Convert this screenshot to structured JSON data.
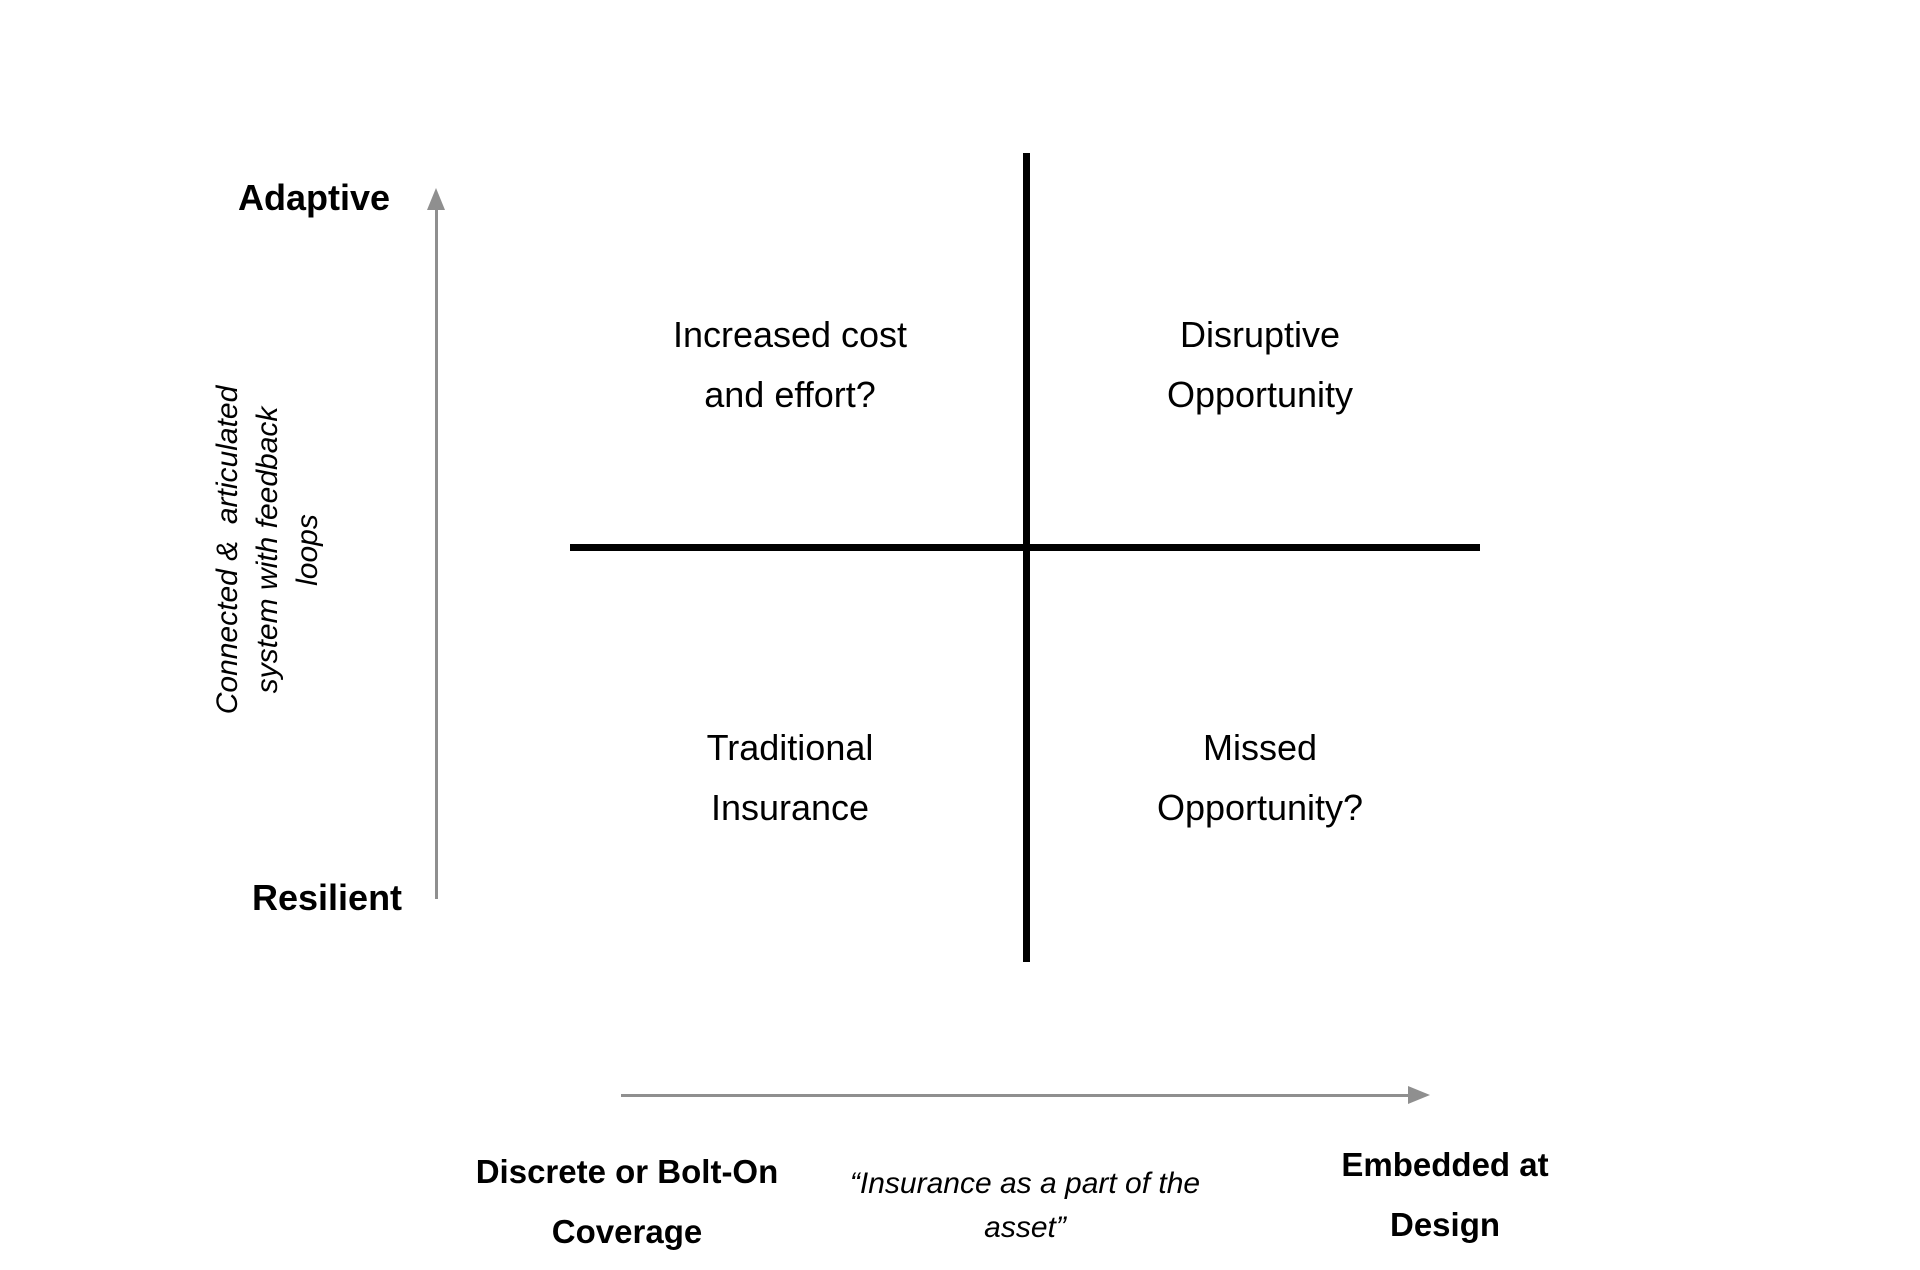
{
  "diagram": {
    "type": "2x2-quadrant-matrix",
    "colors": {
      "background": "#ffffff",
      "text": "#000000",
      "quadrant_lines": "#000000",
      "axis_arrows": "#8f8f8f"
    },
    "y_axis": {
      "top_label": "Adaptive",
      "bottom_label": "Resilient",
      "description_lines": [
        "Connected &  articulated",
        "system with feedback",
        "loops"
      ]
    },
    "x_axis": {
      "left_label_lines": [
        "Discrete or Bolt-On",
        "Coverage"
      ],
      "right_label_lines": [
        "Embedded at",
        "Design"
      ],
      "description_lines": [
        "“Insurance as a part of the",
        "asset”"
      ]
    },
    "quadrants": {
      "top_left_lines": [
        "Increased cost",
        "and effort?"
      ],
      "top_right_lines": [
        "Disruptive",
        "Opportunity"
      ],
      "bottom_left_lines": [
        "Traditional",
        "Insurance"
      ],
      "bottom_right_lines": [
        "Missed",
        "Opportunity?"
      ]
    }
  }
}
